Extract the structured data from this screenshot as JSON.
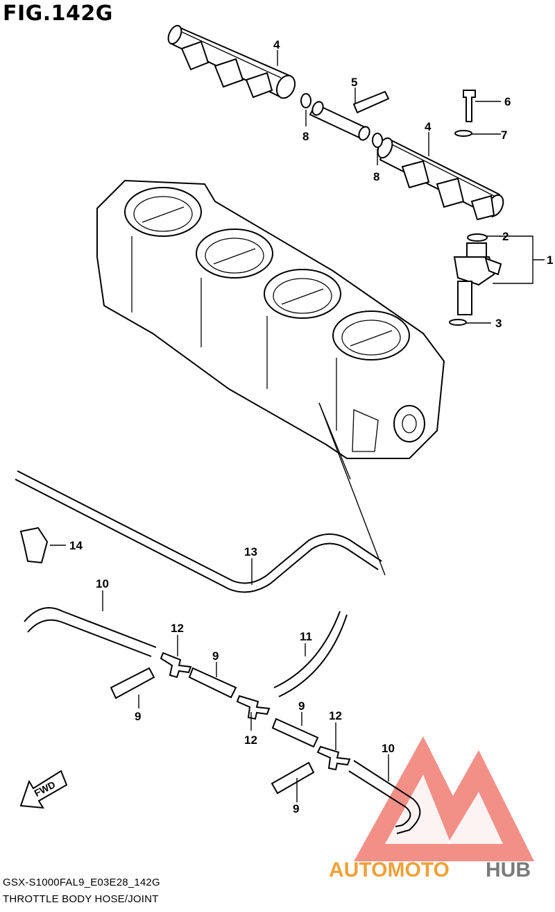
{
  "figure": {
    "title": "FIG.142G",
    "model_code": "GSX-S1000FAL9_E03E28_142G",
    "section_title": "THROTTLE BODY HOSE/JOINT"
  },
  "direction_marker": {
    "label": "FWD"
  },
  "watermark": {
    "brand_part1": "AUTOMOTO",
    "brand_part2": "HUB",
    "colors": {
      "primary": "#f0a037",
      "secondary": "#7a7a7a",
      "triangle": "#e85a4f"
    }
  },
  "callouts": {
    "c1": "1",
    "c2": "2",
    "c3": "3",
    "c4a": "4",
    "c4b": "4",
    "c5": "5",
    "c6": "6",
    "c7": "7",
    "c8a": "8",
    "c8b": "8",
    "c9a": "9",
    "c9b": "9",
    "c9c": "9",
    "c9d": "9",
    "c10a": "10",
    "c10b": "10",
    "c11": "11",
    "c12a": "12",
    "c12b": "12",
    "c12c": "12",
    "c13": "13",
    "c14": "14"
  }
}
